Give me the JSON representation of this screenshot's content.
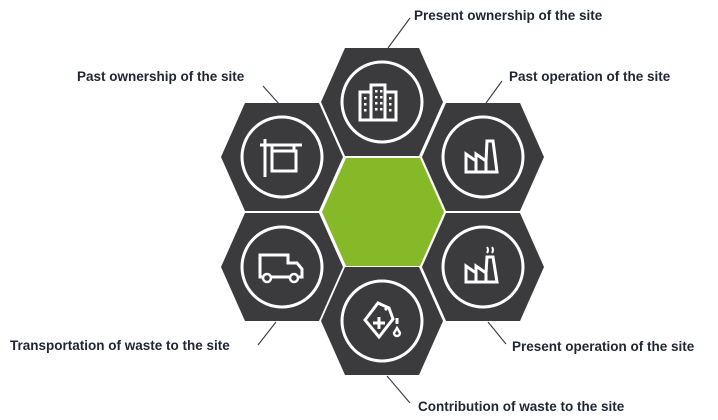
{
  "diagram": {
    "center": {
      "name": "central-hub",
      "color": "#86b928"
    },
    "hex_color": "#3b3b3d",
    "items": [
      {
        "id": "present-ownership",
        "label": "Present ownership of the site",
        "icon": "office-buildings-icon"
      },
      {
        "id": "past-operation",
        "label": "Past operation of the site",
        "icon": "factory-icon"
      },
      {
        "id": "present-operation",
        "label": "Present operation of the site",
        "icon": "factory-smoke-icon"
      },
      {
        "id": "contribution-waste",
        "label": "Contribution of waste to the site",
        "icon": "chemical-container-icon"
      },
      {
        "id": "transportation-waste",
        "label": "Transportation of waste to the site",
        "icon": "truck-icon"
      },
      {
        "id": "past-ownership",
        "label": "Past ownership of the site",
        "icon": "hanging-sign-icon"
      }
    ]
  }
}
